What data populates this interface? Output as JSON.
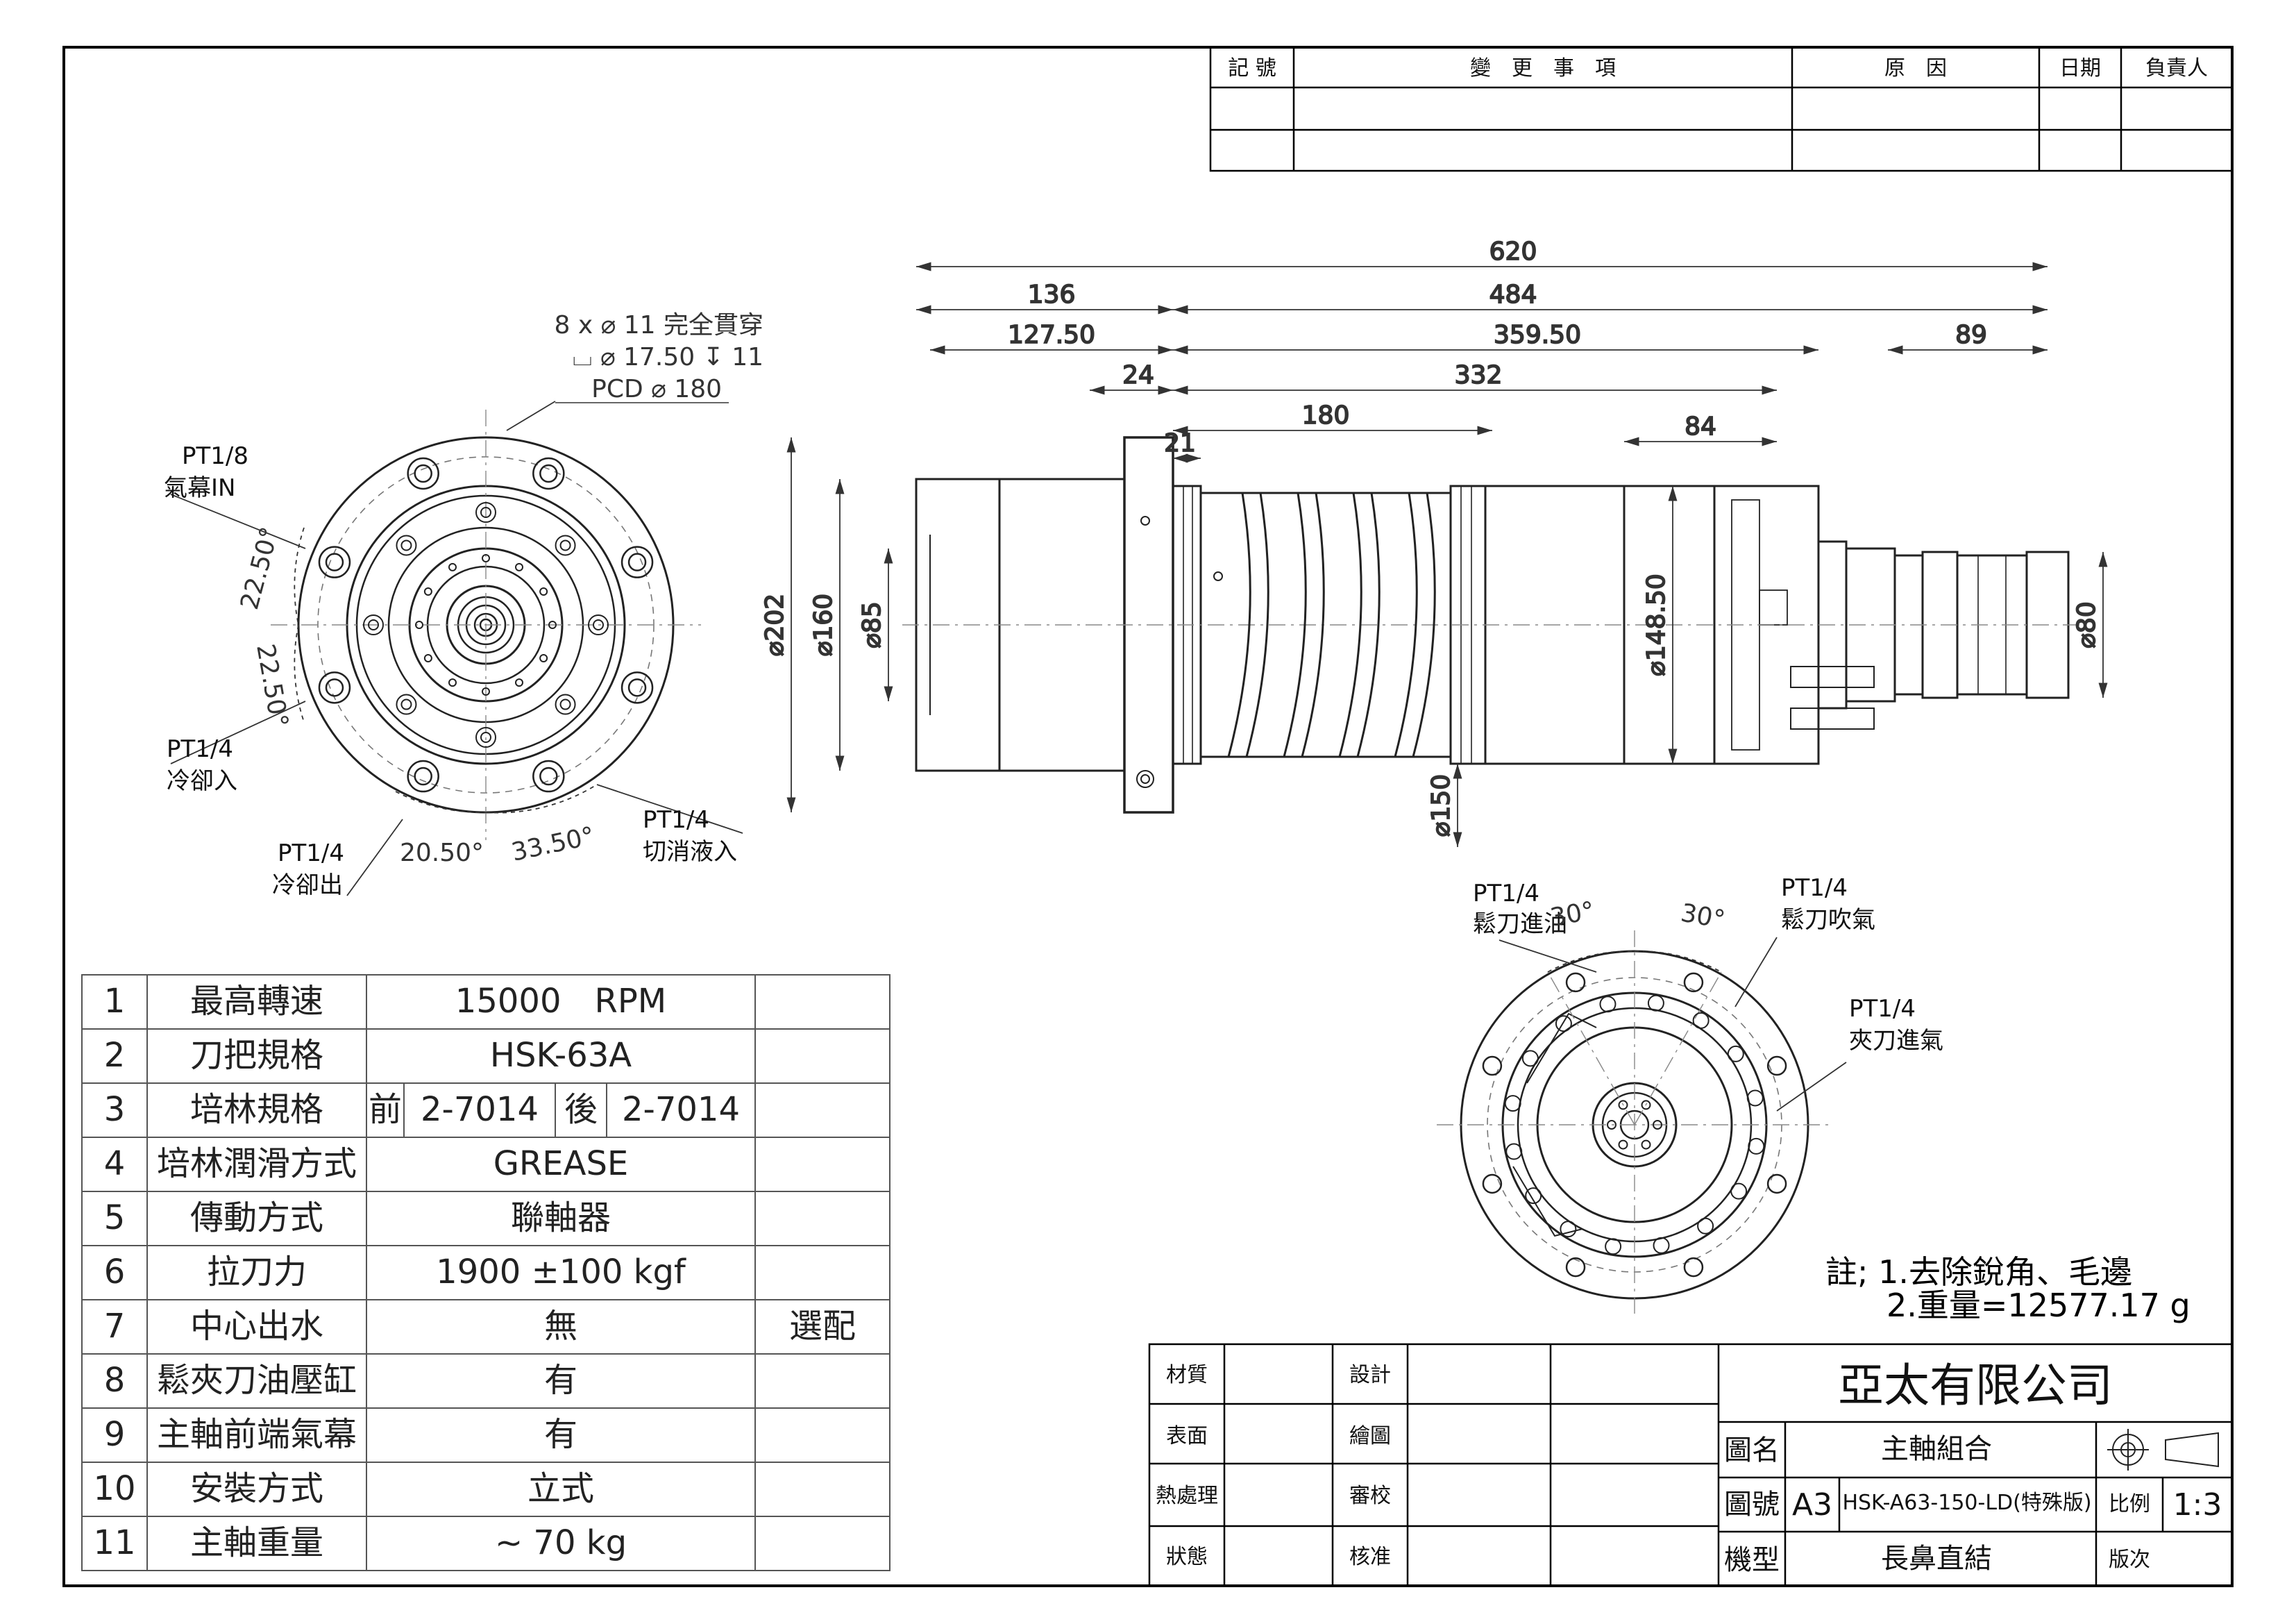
{
  "revision_table": {
    "headers": [
      "記 號",
      "變　更　事　項",
      "原　因",
      "日期",
      "負責人"
    ]
  },
  "front_view": {
    "hole_note": [
      "8 x ⌀ 11 完全貫穿",
      "⌴ ⌀ 17.50 ↧ 11",
      "PCD ⌀ 180"
    ],
    "ports": [
      [
        "PT1/8",
        "氣幕IN"
      ],
      [
        "PT1/4",
        "冷卻入"
      ],
      [
        "PT1/4",
        "冷卻出"
      ],
      [
        "PT1/4",
        "切消液入"
      ]
    ],
    "angles": [
      "22.50°",
      "22.50°",
      "20.50°",
      "33.50°"
    ]
  },
  "side_view": {
    "horizontal_dims": [
      "620",
      "136",
      "484",
      "127.50",
      "359.50",
      "89",
      "24",
      "332",
      "180",
      "84",
      "21"
    ],
    "vertical_dims": [
      "⌀202",
      "⌀160",
      "⌀85",
      "⌀148.50",
      "⌀150",
      "⌀80"
    ]
  },
  "rear_view": {
    "ports": [
      [
        "PT1/4",
        "鬆刀進油"
      ],
      [
        "PT1/4",
        "鬆刀吹氣"
      ],
      [
        "PT1/4",
        "夾刀進氣"
      ]
    ],
    "angles": [
      "30°",
      "30°"
    ]
  },
  "notes": [
    "註; 1.去除銳角、毛邊",
    "2.重量=12577.17 g"
  ],
  "spec_table": [
    {
      "no": "1",
      "item": "最高轉速",
      "value": "15000　RPM",
      "extra": ""
    },
    {
      "no": "2",
      "item": "刀把規格",
      "value": "HSK-63A",
      "extra": ""
    },
    {
      "no": "3",
      "item": "培林規格",
      "value": "",
      "front_label": "前",
      "front": "2-7014",
      "rear_label": "後",
      "rear": "2-7014",
      "extra": ""
    },
    {
      "no": "4",
      "item": "培林潤滑方式",
      "value": "GREASE",
      "extra": ""
    },
    {
      "no": "5",
      "item": "傳動方式",
      "value": "聯軸器",
      "extra": ""
    },
    {
      "no": "6",
      "item": "拉刀力",
      "value": "1900 ±100 kgf",
      "extra": ""
    },
    {
      "no": "7",
      "item": "中心出水",
      "value": "無",
      "extra": "選配"
    },
    {
      "no": "8",
      "item": "鬆夾刀油壓缸",
      "value": "有",
      "extra": ""
    },
    {
      "no": "9",
      "item": "主軸前端氣幕",
      "value": "有",
      "extra": ""
    },
    {
      "no": "10",
      "item": "安裝方式",
      "value": "立式",
      "extra": ""
    },
    {
      "no": "11",
      "item": "主軸重量",
      "value": "~ 70 kg",
      "extra": ""
    }
  ],
  "title_block": {
    "left_labels": [
      "材質",
      "表面",
      "熱處理",
      "狀態"
    ],
    "mid_labels": [
      "設計",
      "繪圖",
      "審校",
      "核准"
    ],
    "company": "亞太有限公司",
    "name_label": "圖名",
    "name_value": "主軸組合",
    "number_label": "圖號",
    "sheet_size": "A3",
    "number_value": "HSK-A63-150-LD(特殊版)",
    "scale_label": "比例",
    "scale_value": "1:3",
    "model_label": "機型",
    "model_value": "長鼻直結",
    "version_label": "版次"
  }
}
